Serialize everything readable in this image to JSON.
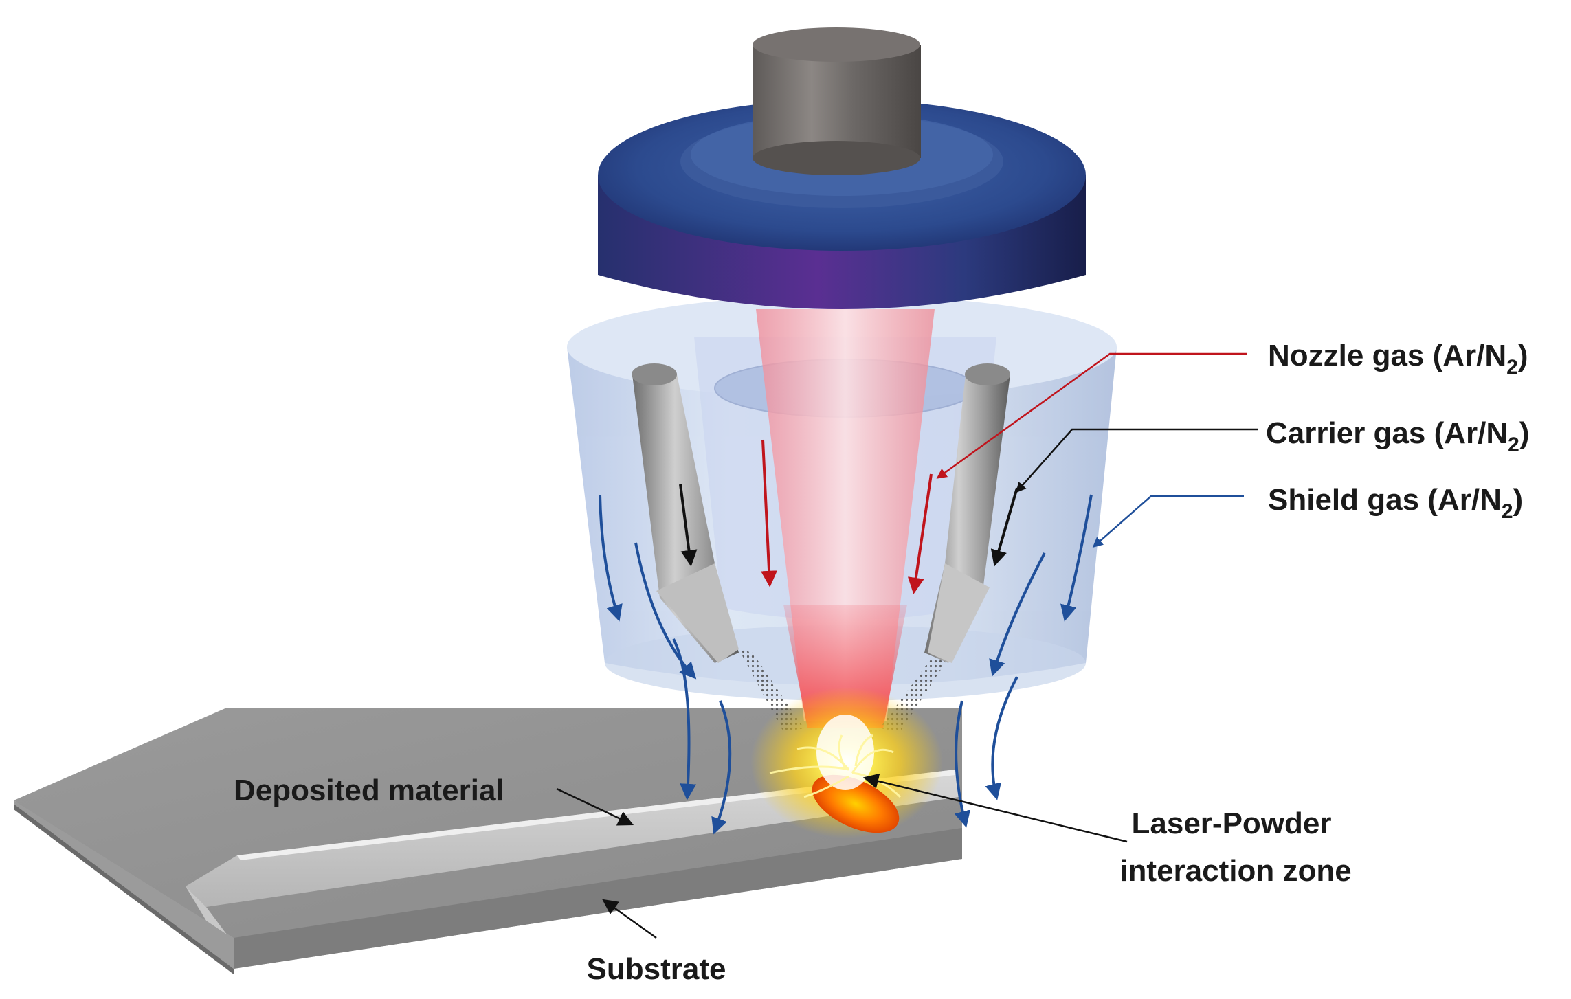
{
  "labels": {
    "nozzle_gas": {
      "text": "Nozzle gas (Ar/N",
      "sub": "2",
      "close": ")"
    },
    "carrier_gas": {
      "text": "Carrier gas (Ar/N",
      "sub": "2",
      "close": ")"
    },
    "shield_gas": {
      "text": "Shield gas (Ar/N",
      "sub": "2",
      "close": ")"
    },
    "deposited_material": "Deposited material",
    "laser_powder_line1": "Laser-Powder",
    "laser_powder_line2": "interaction zone",
    "substrate": "Substrate"
  },
  "colors": {
    "nozzle_gas_arrow": "#c0141c",
    "carrier_gas_arrow": "#111111",
    "shield_gas_arrow": "#1f4f9a",
    "dark_blue_housing": "#2c3f8a",
    "purple_housing": "#4b2f86",
    "laser": "#f05060",
    "melt_pool": "#ff6a00",
    "substrate": "#8a8a8a"
  }
}
